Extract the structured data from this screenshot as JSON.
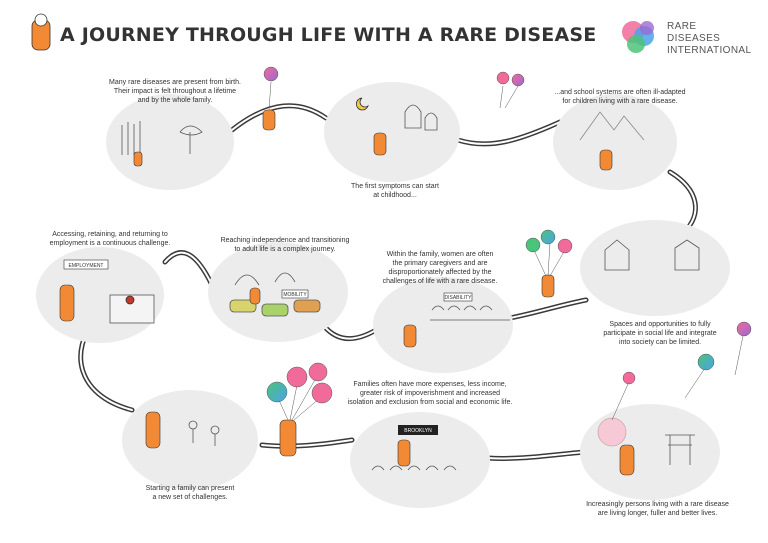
{
  "header": {
    "title": "A JOURNEY THROUGH LIFE WITH A RARE DISEASE",
    "logo_lines": [
      "RARE",
      "DISEASES",
      "INTERNATIONAL"
    ]
  },
  "captions": [
    "Many rare diseases are present from birth.\nTheir impact is felt throughout a lifetime\nand by the whole family.",
    "The first symptoms can start\nat childhood...",
    "...and school systems are often ill-adapted\nfor children living with a rare disease.",
    "Spaces and opportunities to fully\nparticipate in social life and integrate\ninto society can be limited.",
    "Within the family, women are often\nthe primary caregivers and are\ndisproportionately affected by the\nchallenges of life with a rare disease.",
    "Reaching independence and transitioning\nto adult life is a complex journey.",
    "Accessing, retaining, and returning to\nemployment is a continuous challenge.",
    "Starting a family can present\na new set of challenges.",
    "Families often have more expenses, less income,\ngreater risk of impoverishment and increased\nisolation and exclusion from social and economic life.",
    "Increasingly persons living with a rare disease\nare living longer, fuller and better lives."
  ],
  "signs": {
    "employment": "EMPLOYMENT",
    "disability": "DISABILITY",
    "mobility": "MOBILITY",
    "brooklyn": "BROOKLYN"
  },
  "colors": {
    "character_orange": "#f28a35",
    "scene_gray": "#ececec",
    "path_dark": "#3a3a3a",
    "balloon_pink": "#f06a9a",
    "balloon_green": "#4cc37a",
    "balloon_blue": "#4aa3e8",
    "balloon_purple": "#9b6ad1"
  }
}
